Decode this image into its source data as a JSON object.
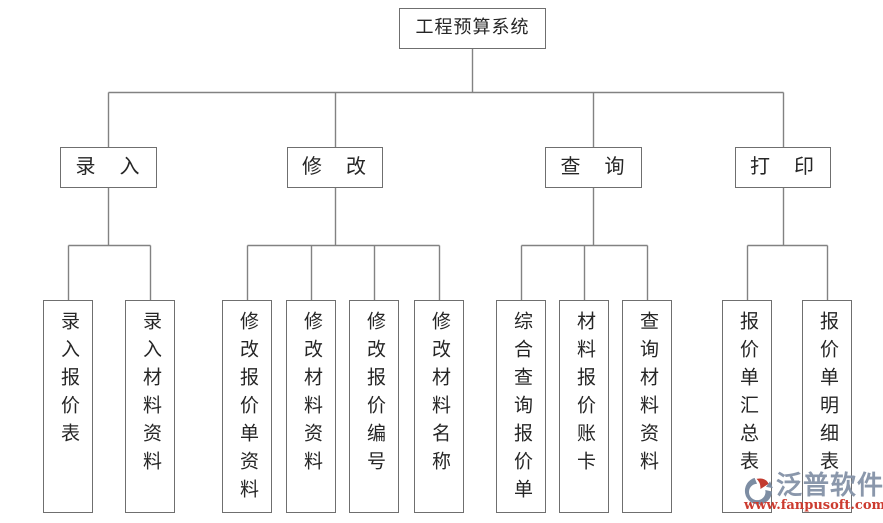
{
  "diagram": {
    "root": {
      "label": "工程预算系统"
    },
    "branches": [
      {
        "label": "录　入",
        "children": [
          {
            "label": "录入报价表"
          },
          {
            "label": "录入材料资料"
          }
        ]
      },
      {
        "label": "修　改",
        "children": [
          {
            "label": "修改报价单资料"
          },
          {
            "label": "修改材料资料"
          },
          {
            "label": "修改报价编号"
          },
          {
            "label": "修改材料名称"
          }
        ]
      },
      {
        "label": "查　询",
        "children": [
          {
            "label": "综合查询报价单"
          },
          {
            "label": "材料报价账卡"
          },
          {
            "label": "查询材料资料"
          }
        ]
      },
      {
        "label": "打　印",
        "children": [
          {
            "label": "报价单汇总表"
          },
          {
            "label": "报价单明细表"
          }
        ]
      }
    ]
  },
  "watermark": {
    "brand": "泛普软件",
    "url": "www.fanpusoft.com",
    "logo_icon": "fanpu-logo-icon",
    "brand_color": "#8a97ab",
    "url_color": "#cc3b2f"
  },
  "colors": {
    "line": "#828282",
    "box_border": "#6f6f6f",
    "text": "#262626",
    "background": "#ffffff"
  }
}
